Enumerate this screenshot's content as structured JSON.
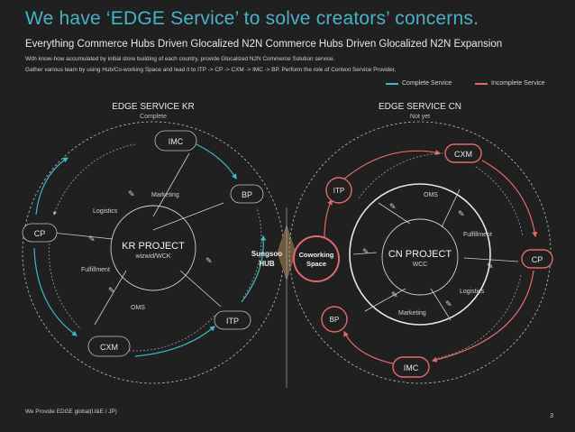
{
  "header": {
    "title": "We have ‘EDGE Service’ to solve creators’ concerns.",
    "subtitle": "Everything Commerce Hubs Driven Glocalized N2N Commerce Hubs Driven Glocalized N2N Expansion",
    "description_lines": [
      "With know-how accumulated by initial store building of each country, provide Glocalized N2N Commerce Solution service.",
      "Gather various team by using Hub/Co-working Space and lead it to ITP -> CP -> CXM -> IMC -> BP. Perform the role of Context Service Provider."
    ]
  },
  "legend": [
    {
      "label": "Complete Service",
      "color": "#3fb6c4"
    },
    {
      "label": "Incomplete Service",
      "color": "#e06a6a"
    }
  ],
  "colors": {
    "accent": "#3fb6c4",
    "incomplete": "#e06a6a",
    "hub_fill": "#6b5a3e",
    "background": "#202020"
  },
  "kr": {
    "title": "EDGE SERVICE KR",
    "status": "Complete",
    "project": "KR PROJECT",
    "project_sub": "wizwid/WCK",
    "nodes": {
      "imc": "IMC",
      "bp": "BP",
      "cp": "CP",
      "itp": "ITP",
      "cxm": "CXM"
    },
    "labels": {
      "marketing": "Marketing",
      "logistics": "Logistics",
      "fulfillment": "Fulfillment",
      "oms": "OMS"
    }
  },
  "hub": {
    "line1": "Sungsoo",
    "line2": "HUB"
  },
  "cn": {
    "title": "EDGE SERVICE CN",
    "status": "Not yet",
    "project": "CN PROJECT",
    "project_sub": "WCC",
    "coworking_line1": "Coworking",
    "coworking_line2": "Space",
    "nodes": {
      "cxm": "CXM",
      "itp": "ITP",
      "cp": "CP",
      "bp": "BP",
      "imc": "IMC"
    },
    "labels": {
      "oms": "OMS",
      "fulfillment": "Fulfillment",
      "logistics": "Logistics",
      "marketing": "Marketing"
    }
  },
  "footer": {
    "text": "We Provide EDGE global(U&E / JP)",
    "page": "3"
  }
}
